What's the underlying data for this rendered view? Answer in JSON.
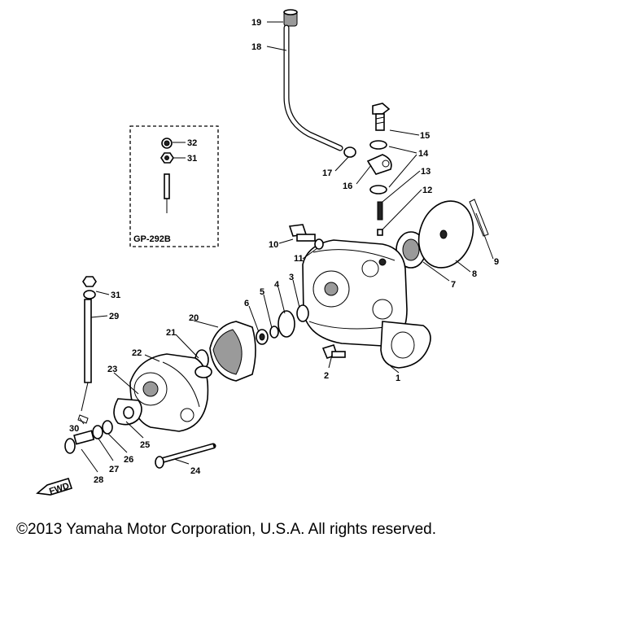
{
  "diagram": {
    "inset_label": "GP-292B",
    "fwd_label": "FWD",
    "callouts": [
      "1",
      "2",
      "3",
      "4",
      "5",
      "6",
      "7",
      "8",
      "9",
      "10",
      "11",
      "12",
      "13",
      "14",
      "15",
      "16",
      "17",
      "18",
      "19",
      "20",
      "21",
      "22",
      "23",
      "24",
      "25",
      "26",
      "27",
      "28",
      "29",
      "30",
      "31",
      "32"
    ]
  },
  "footer": {
    "copyright": "©2013 Yamaha Motor Corporation, U.S.A. All rights reserved."
  }
}
